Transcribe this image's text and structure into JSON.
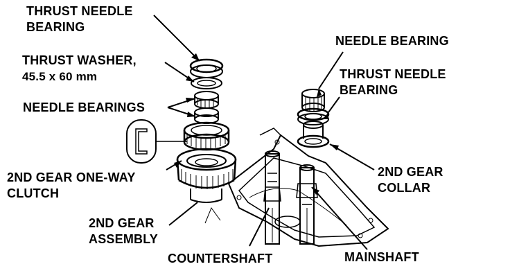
{
  "labels": {
    "thrust_needle_bearing_left": [
      "THRUST NEEDLE",
      "BEARING"
    ],
    "thrust_washer": [
      "THRUST WASHER,",
      "45.5 x 60 mm"
    ],
    "needle_bearings": "NEEDLE BEARINGS",
    "one_way_clutch": [
      "2ND GEAR ONE-WAY",
      "CLUTCH"
    ],
    "gear_assembly": [
      "2ND GEAR",
      "ASSEMBLY"
    ],
    "countershaft": "COUNTERSHAFT",
    "needle_bearing_right": "NEEDLE BEARING",
    "thrust_needle_bearing_right": [
      "THRUST NEEDLE",
      "BEARING"
    ],
    "gear_collar": [
      "2ND GEAR",
      "COLLAR"
    ],
    "mainshaft": "MAINSHAFT"
  },
  "colors": {
    "ink": "#000000",
    "paper": "#ffffff"
  }
}
